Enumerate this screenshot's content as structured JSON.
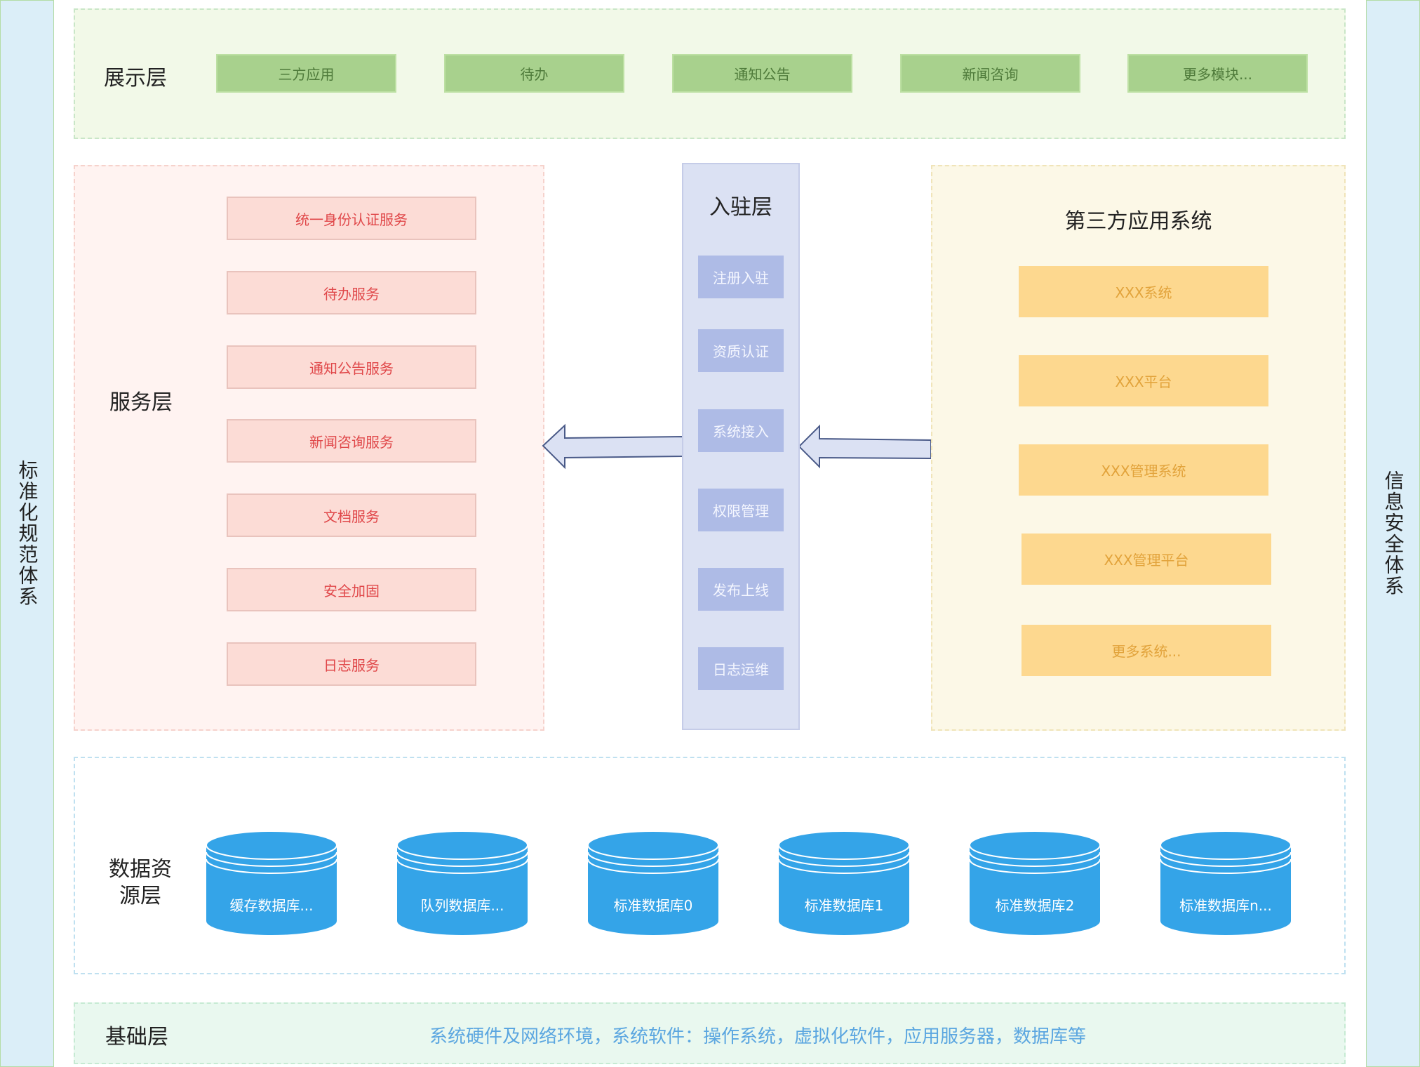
{
  "sides": {
    "left": "标准化规范体系",
    "right": "信息安全体系"
  },
  "presentation": {
    "title": "展示层",
    "items": [
      "三方应用",
      "待办",
      "通知公告",
      "新闻咨询",
      "更多模块..."
    ]
  },
  "service": {
    "title": "服务层",
    "items": [
      "统一身份认证服务",
      "待办服务",
      "通知公告服务",
      "新闻咨询服务",
      "文档服务",
      "安全加固",
      "日志服务"
    ]
  },
  "entry": {
    "title": "入驻层",
    "items": [
      "注册入驻",
      "资质认证",
      "系统接入",
      "权限管理",
      "发布上线",
      "日志运维"
    ]
  },
  "third_party": {
    "title": "第三方应用系统",
    "items": [
      "XXX系统",
      "XXX平台",
      "XXX管理系统",
      "XXX管理平台",
      "更多系统..."
    ]
  },
  "data": {
    "title_line1": "数据资",
    "title_line2": "源层",
    "items": [
      "缓存数据库...",
      "队列数据库...",
      "标准数据库0",
      "标准数据库1",
      "标准数据库2",
      "标准数据库n..."
    ]
  },
  "base": {
    "title": "基础层",
    "description": "系统硬件及网络环境，系统软件：操作系统，虚拟化软件，应用服务器，数据库等"
  },
  "colors": {
    "green": "#a8d18d",
    "pink": "#fcdcd6",
    "blue": "#aebbe6",
    "yellow": "#fdd88f",
    "cylinder": "#34a4e8",
    "base_text": "#5ba6e0"
  }
}
